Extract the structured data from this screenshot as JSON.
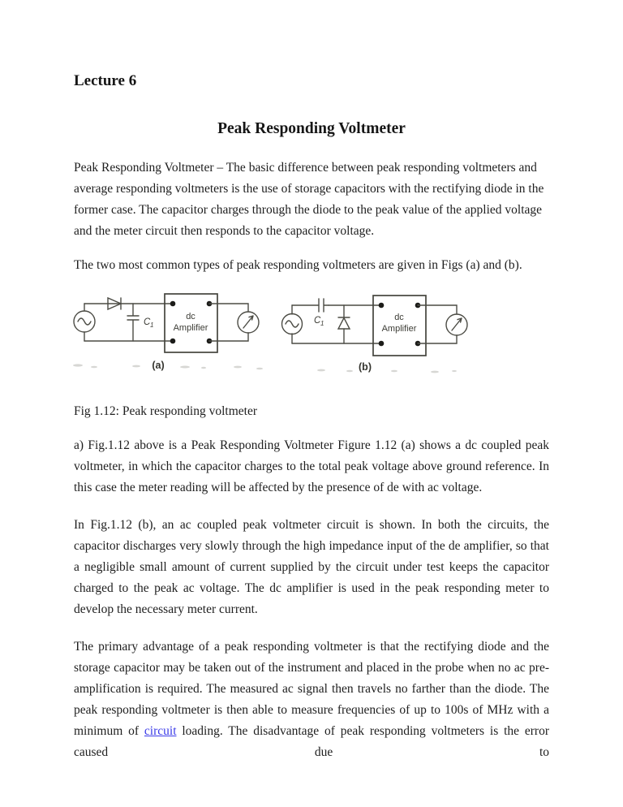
{
  "doc": {
    "heading": "Lecture 6",
    "title": "Peak Responding Voltmeter",
    "paragraphs": {
      "p1": "Peak Responding Voltmeter – The basic difference between peak responding voltmeters and average responding voltmeters is the use of storage capacitors with the rectifying diode in the former case. The capacitor charges through the diode to the peak value of the applied voltage and the meter circuit then responds to the capacitor voltage.",
      "p2": "The two most common types of peak responding voltmeters are given in Figs (a) and (b).",
      "caption": "Fig 1.12: Peak responding voltmeter",
      "p3": "a) Fig.1.12 above is a Peak Responding Voltmeter Figure 1.12 (a) shows a dc coupled peak voltmeter, in which the capacitor charges to the total peak voltage above ground reference. In this case the meter reading will be affected by the presence of de with ac voltage.",
      "p4": "In Fig.1.12 (b), an ac coupled peak voltmeter circuit is shown. In both the circuits, the capacitor discharges very slowly through the high impedance input of the de amplifier, so that a negligible small amount of current supplied by the circuit under test keeps the capacitor charged to the peak ac voltage. The dc amplifier is used in the peak responding meter to develop the necessary meter current.",
      "p5_before": "The primary advantage of a peak responding voltmeter is that the rectifying diode and the storage capacitor may be taken out of the instrument and placed in the probe when no ac pre-amplification is required. The measured ac signal then travels no farther than the diode. The peak responding voltmeter is then able to measure frequencies of up to 100s of MHz with a minimum of ",
      "p5_link": "circuit",
      "p5_after": " loading. The disadvantage of peak responding voltmeters is the error caused due to"
    }
  },
  "figure": {
    "label_a": "(a)",
    "label_b": "(b)",
    "amplifier_line1": "dc",
    "amplifier_line2": "Amplifier",
    "capacitor_label": "C",
    "capacitor_subscript": "1"
  },
  "colors": {
    "link": "#3a3ae8",
    "body_text": "#1e1e1e",
    "figure_stroke": "#4b4b44"
  }
}
